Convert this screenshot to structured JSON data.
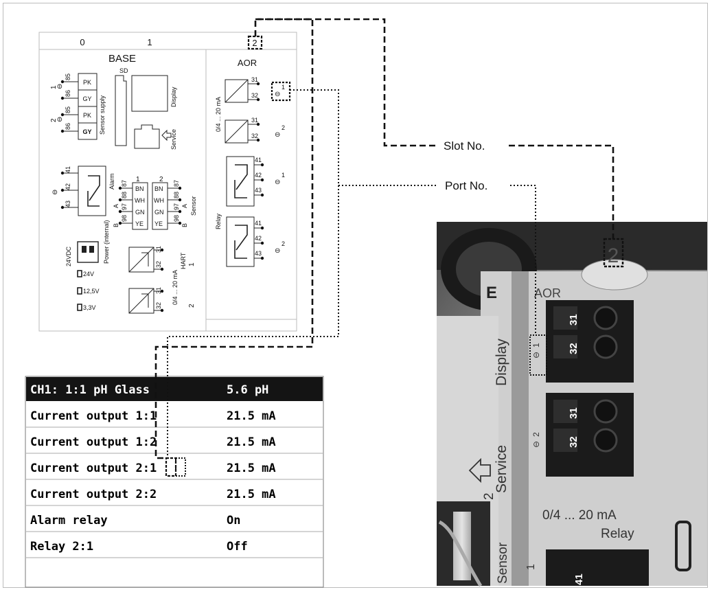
{
  "diagram": {
    "slot_headers": [
      "0",
      "1",
      "2"
    ],
    "base": {
      "title": "BASE",
      "sd_label": "SD",
      "display_label": "Display",
      "service_label": "Service",
      "sensor_supply_label": "Sensor supply",
      "supply_terminals": [
        "PK",
        "GY",
        "PK",
        "GY"
      ],
      "supply_numbers": [
        "85",
        "86",
        "85",
        "86"
      ],
      "supply_channels": [
        "1",
        "2"
      ],
      "alarm_label": "Alarm",
      "alarm_terminals": [
        "41",
        "42",
        "43"
      ],
      "sensor_label": "Sensor",
      "sensor_channels": [
        "1",
        "2"
      ],
      "sensor_wires": [
        "BN",
        "WH",
        "GN",
        "YE"
      ],
      "sensor_numbers": [
        "87",
        "88",
        "97",
        "98"
      ],
      "sensor_letters": [
        "A",
        "B"
      ],
      "power_label": "Power (internal)",
      "power_voltage": "24VDC",
      "voltages": [
        "24V",
        "12,5V",
        "3,3V"
      ],
      "current_out_label": "0/4 ... 20 mA",
      "hart_label": "HART",
      "out_terminals": [
        "31",
        "32"
      ],
      "out_ports": [
        "1",
        "2"
      ]
    },
    "aor": {
      "title": "AOR",
      "current_label": "0/4 ... 20 mA",
      "relay_label": "Relay",
      "out_terminals": [
        "31",
        "32"
      ],
      "relay_terminals": [
        "41",
        "42",
        "43"
      ],
      "ports": [
        "1",
        "2",
        "1",
        "2"
      ]
    },
    "callouts": {
      "slot": "Slot No.",
      "port": "Port No."
    }
  },
  "lcd": {
    "rows": [
      {
        "label": "CH1: 1:1 pH Glass",
        "value": "5.6 pH"
      },
      {
        "label": "Current output 1:1",
        "value": "21.5 mA"
      },
      {
        "label": "Current output 1:2",
        "value": "21.5 mA"
      },
      {
        "label": "Current output 2:1",
        "value": "21.5 mA"
      },
      {
        "label": "Current output 2:2",
        "value": "21.5 mA"
      },
      {
        "label": "Alarm relay",
        "value": "On"
      },
      {
        "label": "Relay 2:1",
        "value": "Off"
      }
    ]
  },
  "photo": {
    "slot_number": "2",
    "module_label": "AOR",
    "base_letter": "E",
    "display_label": "Display",
    "service_label": "Service",
    "terminal_numbers": [
      "31",
      "32",
      "31",
      "32"
    ],
    "current_label": "0/4 ... 20 mA",
    "relay_label": "Relay",
    "sensor_label": "Sensor",
    "channel_label": "2",
    "port_marks": [
      "1",
      "2"
    ],
    "bottom_numbers": [
      "1",
      "41"
    ]
  }
}
